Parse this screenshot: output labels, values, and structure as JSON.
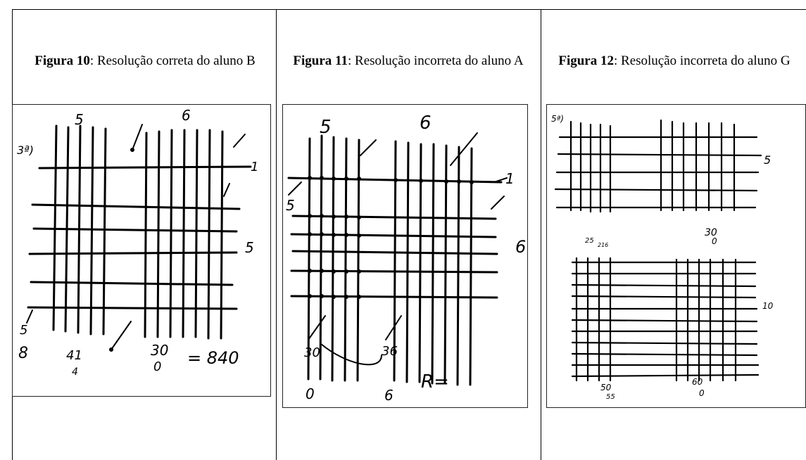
{
  "figures": [
    {
      "label": "Figura 10",
      "caption": ": Resolução correta do aluno B",
      "handwriting": {
        "top_left": "5",
        "top_right": "6",
        "problem_no": "3ª)",
        "right_top": "1",
        "right_mid": "5",
        "left_bottom": "5",
        "row_a": "8",
        "row_b": "41",
        "row_c": "30",
        "row_c2": "0",
        "row_b2": "4",
        "answer": "= 840"
      }
    },
    {
      "label": "Figura 11",
      "caption": ": Resolução incorreta do aluno A",
      "handwriting": {
        "top_left": "5",
        "top_right": "6",
        "arrow_right": "1",
        "arrow_left": "5",
        "right_side": "6",
        "left_num": "30",
        "left_digit": "0",
        "mid_num": "36",
        "mid_digit": "6",
        "answer": "R="
      }
    },
    {
      "label": "Figura 12",
      "caption": ": Resolução incorreta do aluno G",
      "handwriting": {
        "corner": "5ª)",
        "upper_right": "5",
        "upper_a": "25",
        "upper_a2": "216",
        "upper_b": "30",
        "upper_b2": "0",
        "lower_right": "10",
        "lower_a": "50",
        "lower_a2": "55",
        "lower_b": "60",
        "lower_b2": "0"
      }
    }
  ]
}
